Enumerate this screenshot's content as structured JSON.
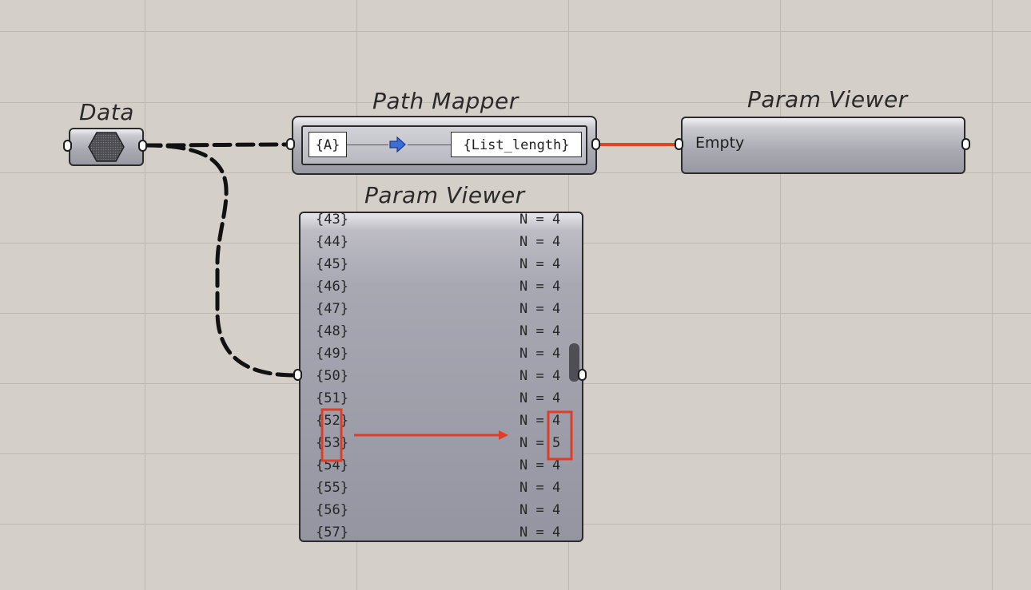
{
  "canvas": {
    "background": "#d4d0c9",
    "grid_color": "#bdb9b2",
    "wire_color": "#111111",
    "highlight_color": "#e03c2a"
  },
  "data_param": {
    "title": "Data",
    "icon": "hexagon-icon"
  },
  "path_mapper": {
    "title": "Path Mapper",
    "source_mask": "{A}",
    "target_mask": "{List_length}",
    "arrow_icon": "arrow-right-icon"
  },
  "viewer_top": {
    "title": "Param Viewer",
    "content": "Empty"
  },
  "viewer_list": {
    "title": "Param Viewer",
    "rows": [
      {
        "path": "{43}",
        "count": "N = 4"
      },
      {
        "path": "{44}",
        "count": "N = 4"
      },
      {
        "path": "{45}",
        "count": "N = 4"
      },
      {
        "path": "{46}",
        "count": "N = 4"
      },
      {
        "path": "{47}",
        "count": "N = 4"
      },
      {
        "path": "{48}",
        "count": "N = 4"
      },
      {
        "path": "{49}",
        "count": "N = 4"
      },
      {
        "path": "{50}",
        "count": "N = 4"
      },
      {
        "path": "{51}",
        "count": "N = 4"
      },
      {
        "path": "{52}",
        "count": "N = 4"
      },
      {
        "path": "{53}",
        "count": "N = 5"
      },
      {
        "path": "{54}",
        "count": "N = 4"
      },
      {
        "path": "{55}",
        "count": "N = 4"
      },
      {
        "path": "{56}",
        "count": "N = 4"
      },
      {
        "path": "{57}",
        "count": "N = 4"
      }
    ],
    "highlighted_rows": [
      "{52}",
      "{53}"
    ]
  }
}
